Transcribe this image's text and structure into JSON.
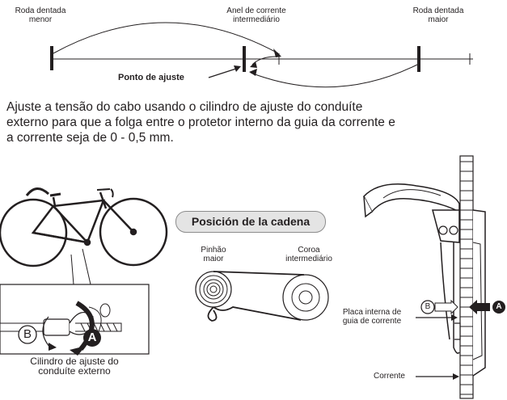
{
  "top_diagram": {
    "label_small_sprocket": [
      "Roda dentada",
      "menor"
    ],
    "label_middle_ring": [
      "Anel de corrente",
      "intermediário"
    ],
    "label_large_sprocket": [
      "Roda dentada",
      "maior"
    ],
    "label_adjust_point": "Ponto de ajuste"
  },
  "instruction": {
    "lines": [
      "Ajuste a tensão do cabo usando o cilindro de ajuste do conduíte",
      "externo para que a folga entre o protetor interno da guia da corrente e",
      "a corrente seja de 0 - 0,5 mm."
    ]
  },
  "bike_detail": {
    "marker_b": "B",
    "marker_a": "A",
    "caption": [
      "Cilindro de ajuste do",
      "conduíte externo"
    ]
  },
  "chain_position": {
    "title": "Posición de la cadena",
    "label_large_cog": [
      "Pinhão",
      "maior"
    ],
    "label_middle_ring": [
      "Coroa",
      "intermediário"
    ]
  },
  "derailleur": {
    "marker_b": "B",
    "marker_a": "A",
    "label_inner_plate": [
      "Placa interna de",
      "guia de corrente"
    ],
    "label_chain": "Corrente"
  }
}
